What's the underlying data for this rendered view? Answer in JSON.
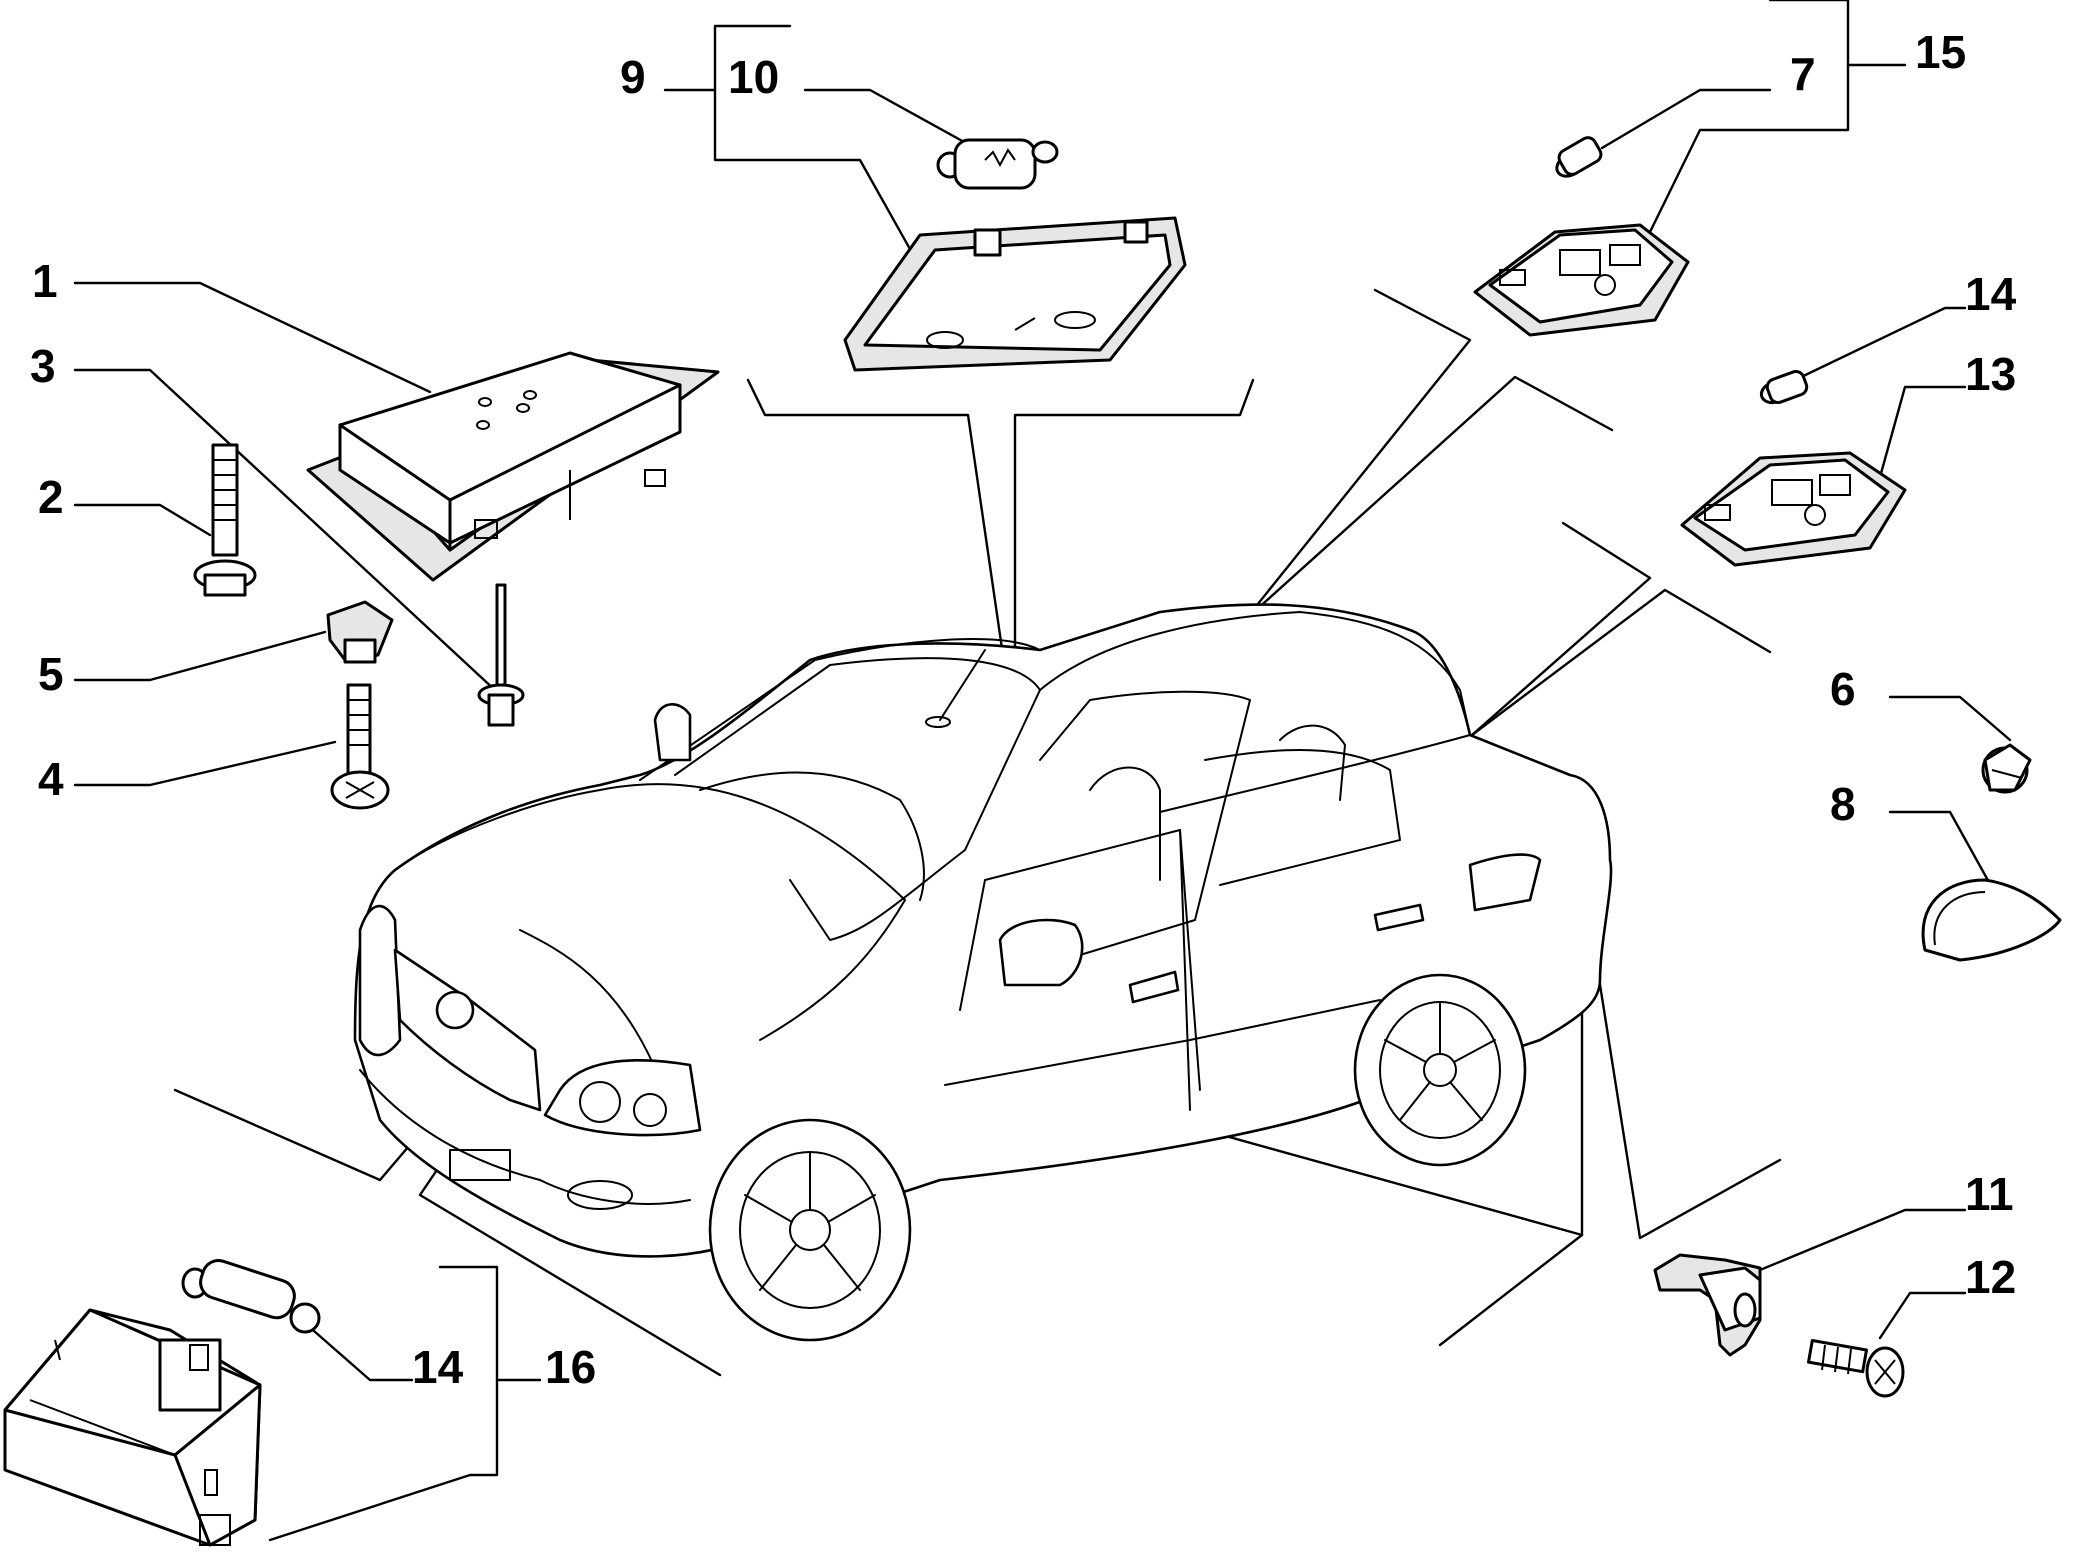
{
  "callouts": [
    {
      "id": "c1",
      "text": "1"
    },
    {
      "id": "c2",
      "text": "2"
    },
    {
      "id": "c3",
      "text": "3"
    },
    {
      "id": "c4",
      "text": "4"
    },
    {
      "id": "c5",
      "text": "5"
    },
    {
      "id": "c6",
      "text": "6"
    },
    {
      "id": "c7",
      "text": "7"
    },
    {
      "id": "c8",
      "text": "8"
    },
    {
      "id": "c9",
      "text": "9"
    },
    {
      "id": "c10",
      "text": "10"
    },
    {
      "id": "c11",
      "text": "11"
    },
    {
      "id": "c12",
      "text": "12"
    },
    {
      "id": "c13",
      "text": "13"
    },
    {
      "id": "c14a",
      "text": "14"
    },
    {
      "id": "c14b",
      "text": "14"
    },
    {
      "id": "c15",
      "text": "15"
    },
    {
      "id": "c16",
      "text": "16"
    }
  ],
  "parts": [
    "control-module",
    "bolt",
    "rivet",
    "screw",
    "clip",
    "retainer",
    "bulb",
    "rear-courtesy-lamp",
    "lamp-cover",
    "lamp-bulb",
    "front-roof-lamp",
    "door-switch",
    "switch-screw",
    "lamp-housing",
    "festoon-bulb",
    "glovebox-lamp"
  ]
}
